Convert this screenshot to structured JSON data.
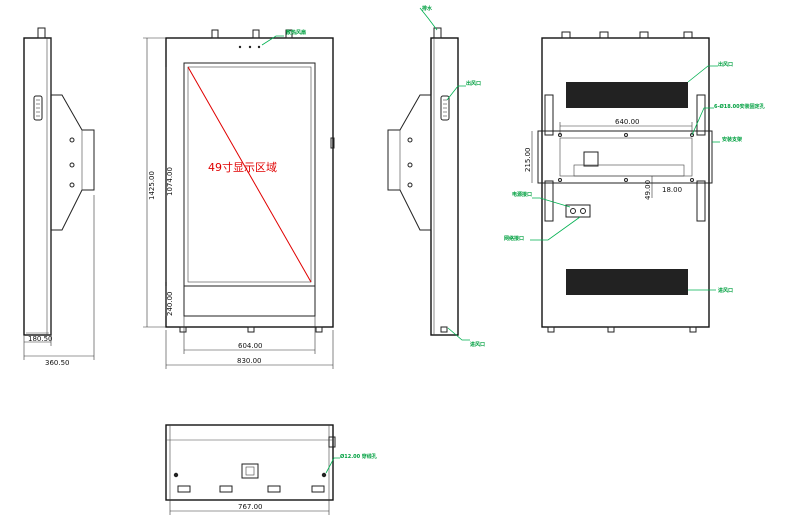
{
  "display_area_label": "49寸显示区域",
  "dimensions": {
    "side_depth_a": "180.50",
    "side_depth_b": "360.50",
    "front_height": "1425.00",
    "screen_height": "1074.00",
    "bottom_panel_height": "240.00",
    "screen_width": "604.00",
    "front_width": "830.00",
    "back_bracket_width": "640.00",
    "back_bracket_height": "215.00",
    "back_small_dim": "49.00",
    "back_tiny_dim": "18.00",
    "bottom_width": "767.00"
  },
  "annotations": {
    "front_top": "散热风扇",
    "right_side_top": "排水",
    "right_side_mid": "出风口",
    "right_side_bottom": "进风口",
    "back_top_vent": "出风口",
    "back_holes": "6-Ø18.00安装固定孔",
    "back_mount": "安装支架",
    "back_left_a": "电源接口",
    "back_left_b": "网络接口",
    "back_bottom_vent": "进风口",
    "bottom_hole": "Ø12.00 穿线孔"
  },
  "colors": {
    "line": "#222222",
    "annotation": "#00a040",
    "display_label": "#e00000"
  }
}
